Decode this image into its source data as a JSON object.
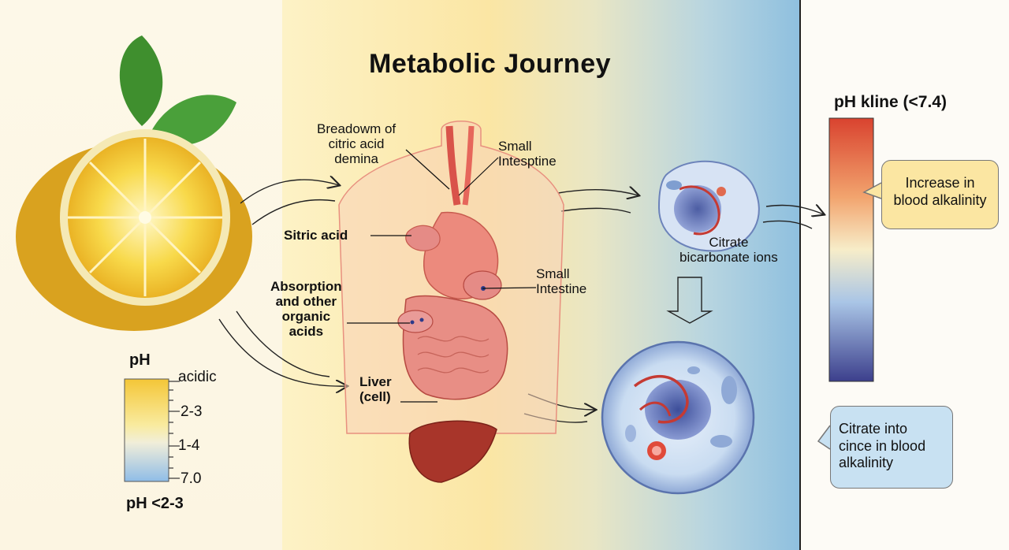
{
  "title": "Metabolic Journey",
  "ph_scale": {
    "heading": "pH",
    "ticks": [
      "acidic",
      "2-3",
      "1-4",
      "7.0"
    ],
    "footer": "pH <2-3"
  },
  "organ_labels": {
    "breakdown": "Breadowm of\ncitric acid\ndemina",
    "small_intestine_top": "Small\nIntesptine",
    "sitric_acid": "Sitric acid",
    "small_intestine_mid": "Small\nIntestine",
    "absorption": "Absorption\nand other\norganic\nacids",
    "liver": "Liver\n(cell)"
  },
  "cell_labels": {
    "citrate": "Citrate\nbicarbonate ions"
  },
  "ph_kline": {
    "heading": "pH kline (<7.4)"
  },
  "callouts": {
    "increase": "Increase in\nblood alkalinity",
    "citrate_into": "Citrate into\ncince in blood\nalkalinity"
  },
  "colors": {
    "lemon": "#f5c62c",
    "leaf": "#3f8f2e",
    "organ": "#e5766f",
    "liver": "#a8352a",
    "cell_blue": "#7d9fd3",
    "gradient_top": "#d9432f",
    "gradient_mid": "#f7e5b4",
    "gradient_bottom": "#3c3f8c"
  }
}
